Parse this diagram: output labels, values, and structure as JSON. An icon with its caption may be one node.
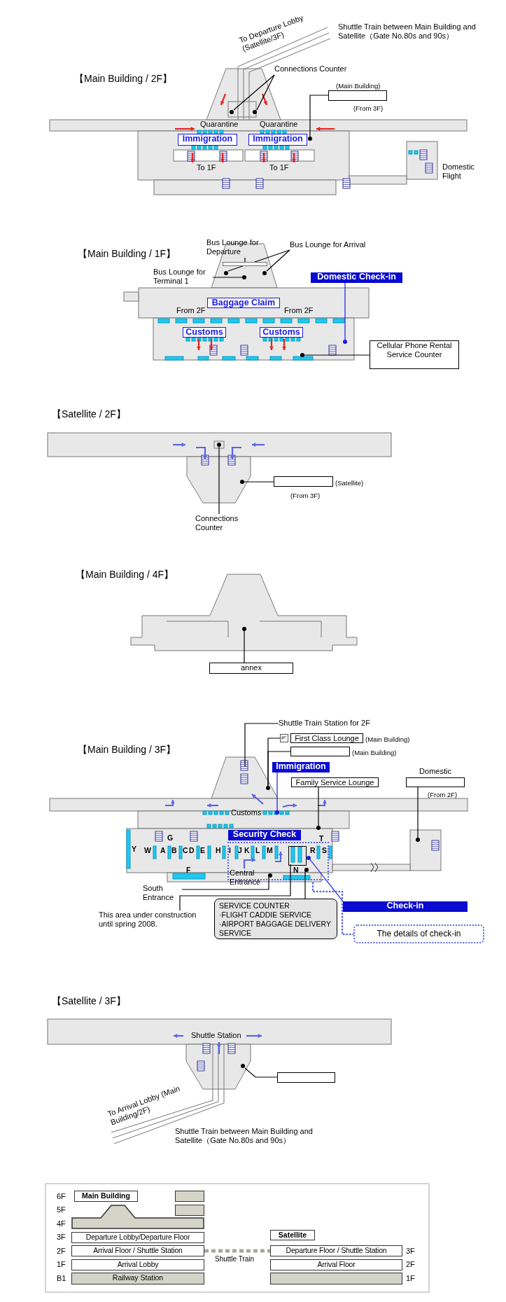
{
  "diagram": {
    "nodes": [
      {
        "text": [
          "Connections Counter"
        ]
      },
      {
        "text": [],
        "shape": "box",
        "beside": [
          "(Main Building)",
          "(From 3F)"
        ]
      },
      {
        "text": [
          "Immigration"
        ]
      },
      {
        "text": [
          "Immigration"
        ]
      },
      {
        "text": [
          "Bus Lounge for Departure"
        ]
      },
      {
        "text": [
          "Bus Lounge for Arrival"
        ]
      },
      {
        "text": [
          "Bus Lounge for Terminal 1"
        ]
      },
      {
        "text": [
          "Domestic Check-in"
        ]
      },
      {
        "text": [
          "Baggage Claim"
        ]
      },
      {
        "text": [
          "Customs"
        ]
      },
      {
        "text": [
          "Customs"
        ]
      },
      {
        "text": [
          "Cellular Phone Rental Service Counter"
        ]
      },
      {
        "text": [],
        "shape": "box",
        "beside": [
          "(Satellite)",
          "(From 3F)"
        ]
      },
      {
        "text": [
          "Connections Counter"
        ]
      },
      {
        "text": [
          "annex"
        ]
      },
      {
        "text": [
          "Shuttle Train Station for 2F"
        ]
      },
      {
        "text": [
          "First Class Lounge"
        ],
        "beside": [
          "(Main Building)"
        ]
      },
      {
        "text": [],
        "shape": "box",
        "beside": [
          "(Main Building)"
        ]
      },
      {
        "text": [
          "Immigration"
        ]
      },
      {
        "text": [
          "Family Service Lounge"
        ]
      },
      {
        "text": [
          "Domestic"
        ],
        "beside": [
          "(From 2F)"
        ]
      },
      {
        "text": [
          "Security Check"
        ]
      },
      {
        "text": [
          "South Entrance"
        ]
      },
      {
        "text": [
          "This area under construction until spring 2008."
        ]
      },
      {
        "text": [
          "SERVICE COUNTER",
          "·FLIGHT CADDIE SERVICE",
          "·AIRPORT BAGGAGE DELIVERY SERVICE"
        ]
      },
      {
        "text": [
          "Check-in"
        ]
      },
      {
        "text": [
          "The details of check-in"
        ]
      },
      {
        "text": [],
        "shape": "box"
      },
      {
        "text": [
          "Main Building"
        ]
      },
      {
        "text": [],
        "shape": "box"
      },
      {
        "text": [],
        "shape": "box"
      },
      {
        "text": [],
        "shape": "box"
      },
      {
        "text": [
          "Departure Lobby/Departure Floor"
        ]
      },
      {
        "text": [
          "Satellite"
        ]
      },
      {
        "text": [
          "Arrival Floor / Shuttle Station"
        ]
      },
      {
        "text": [
          "Departure Floor / Shuttle Station"
        ]
      },
      {
        "text": [
          "Arrival Lobby"
        ]
      },
      {
        "text": [
          "Arrival Floor"
        ]
      },
      {
        "text": [
          "Railway Station"
        ]
      },
      {
        "text": [],
        "shape": "box"
      },
      {
        "text": [],
        "shape": "circle"
      },
      {
        "text": [],
        "shape": "circle"
      },
      {
        "text": [],
        "shape": "circle"
      },
      {
        "text": [],
        "shape": "bar"
      },
      {
        "text": [],
        "shape": "circle"
      },
      {
        "text": [],
        "shape": "circle"
      },
      {
        "text": [],
        "shape": "circle"
      },
      {
        "text": [],
        "shape": "circle"
      },
      {
        "text": [],
        "shape": "circle"
      },
      {
        "text": [],
        "shape": "circle"
      },
      {
        "text": [],
        "shape": "circle"
      },
      {
        "text": [],
        "shape": "circle"
      },
      {
        "text": [],
        "shape": "circle"
      },
      {
        "text": [],
        "shape": "circle"
      },
      {
        "text": [],
        "shape": "circle"
      },
      {
        "text": [],
        "shape": "circle"
      },
      {
        "text": [],
        "shape": "box"
      },
      {
        "text": [],
        "shape": "circle",
        "in": 56
      },
      {
        "text": [],
        "shape": "box",
        "in": 56
      },
      {
        "text": [],
        "shape": "circle",
        "in": 56
      },
      {
        "text": [],
        "shape": "circle",
        "in": 56
      },
      {
        "text": [],
        "shape": "circle"
      }
    ],
    "edges": [
      {
        "from": 0,
        "to": 40,
        "arrow": "none"
      },
      {
        "from": 0,
        "to": 41,
        "arrow": "none"
      },
      {
        "from": 1,
        "to": 42,
        "arrow": "none"
      },
      {
        "from": 4,
        "to": 43,
        "arrow": "none"
      },
      {
        "from": 5,
        "to": 44,
        "arrow": "none"
      },
      {
        "from": 5,
        "to": 45,
        "arrow": "none"
      },
      {
        "from": 6,
        "to": 46,
        "arrow": "none"
      },
      {
        "from": 7,
        "to": 47,
        "arrow": "none",
        "color": "#1a1ae6"
      },
      {
        "from": 11,
        "to": 48,
        "arrow": "none"
      },
      {
        "from": 12,
        "to": 49,
        "arrow": "none"
      },
      {
        "from": 13,
        "to": 50,
        "arrow": "none"
      },
      {
        "from": 14,
        "to": 51,
        "arrow": "none"
      },
      {
        "from": 15,
        "to": null,
        "arrow": "none"
      },
      {
        "from": 16,
        "to": 52,
        "arrow": "none"
      },
      {
        "from": 17,
        "to": 52,
        "arrow": "none"
      },
      {
        "from": 18,
        "to": 53,
        "arrow": "none",
        "color": "#1a1ae6"
      },
      {
        "from": 19,
        "to": 54,
        "arrow": "none"
      },
      {
        "from": 20,
        "to": 55,
        "arrow": "none"
      },
      {
        "from": 22,
        "to": 57,
        "arrow": "none"
      },
      {
        "from": 23,
        "to": 58,
        "arrow": "none"
      },
      {
        "from": 24,
        "to": 59,
        "arrow": "none"
      },
      {
        "from": 25,
        "to": 60,
        "arrow": "none",
        "color": "#1a1ae6"
      },
      {
        "from": 26,
        "to": 56,
        "arrow": "none",
        "style": "dashed",
        "color": "#5a64e6"
      },
      {
        "from": 27,
        "to": 61,
        "arrow": "none"
      },
      {
        "from": 34,
        "to": 35,
        "arrow": "none",
        "label": "Shuttle Train",
        "style": "dashed",
        "color": "#a8a89a"
      }
    ],
    "labels": [
      "【Main Building / 2F】",
      "To Departure Lobby (Satellite/3F)",
      "Shuttle Train between Main Building and Satellite（Gate No.80s and 90s）",
      "Quarantine",
      "Quarantine",
      "To 1F",
      "To 1F",
      "Domestic Flight",
      "【Main Building / 1F】",
      "From 2F",
      "From 2F",
      "【Satellite / 2F】",
      "【Main Building / 4F】",
      "【Main Building / 3F】",
      "Customs",
      "G",
      "T",
      "Y",
      "W",
      "A",
      "B",
      "C",
      "D",
      "E",
      "H",
      "I",
      "J",
      "K",
      "L",
      "M",
      "R",
      "S",
      "F",
      "N",
      "Central Entrance",
      "【Satellite / 3F】",
      "Shuttle Station",
      "To Arrival Lobby (Main Building/2F)",
      "Shuttle Train between Main Building and Satellite（Gate No.80s and 90s）",
      "6F",
      "5F",
      "4F",
      "3F",
      "2F",
      "3F",
      "1F",
      "2F",
      "B1",
      "1F"
    ]
  }
}
